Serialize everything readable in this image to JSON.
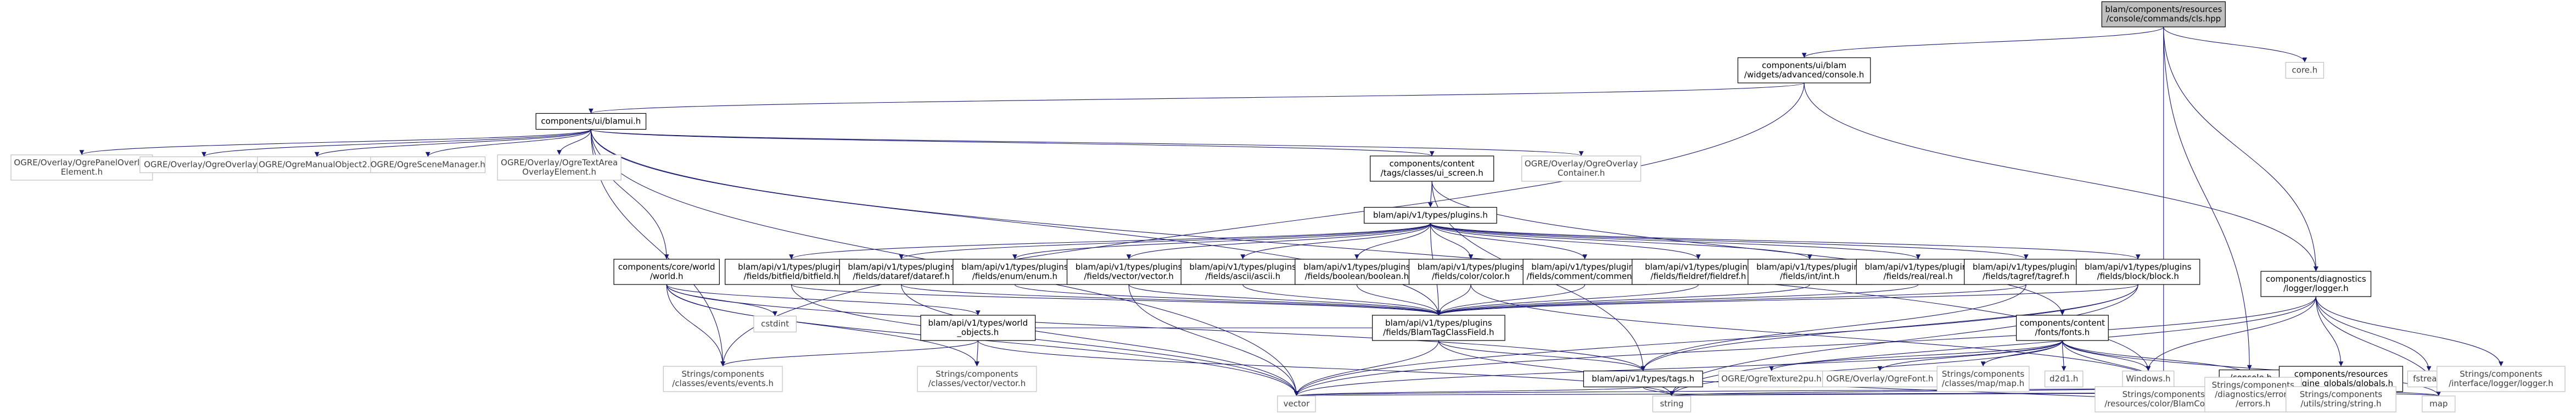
{
  "colors": {
    "edge": "#191970",
    "node_border": "#000000",
    "node_fill": "#ffffff",
    "root_fill": "#bfbfbf",
    "leaf_border": "#bfbfbf",
    "leaf_text": "#404040"
  },
  "nodes": [
    {
      "id": "root",
      "lines": [
        "blam/components/resources",
        "/console/commands/cls.hpp"
      ],
      "kind": "root"
    },
    {
      "id": "uiconsole",
      "lines": [
        "components/ui/blam",
        "/widgets/advanced/console.h"
      ],
      "kind": "node"
    },
    {
      "id": "uiblamui",
      "lines": [
        "components/ui/blamui.h"
      ],
      "kind": "node"
    },
    {
      "id": "coreh",
      "lines": [
        "core.h"
      ],
      "kind": "leaf"
    },
    {
      "id": "logger",
      "lines": [
        "components/diagnostics",
        "/logger/logger.h"
      ],
      "kind": "node"
    },
    {
      "id": "panel",
      "lines": [
        "OGRE/Overlay/OgrePanelOverlay",
        "Element.h"
      ],
      "kind": "leaf"
    },
    {
      "id": "ogreoverlay",
      "lines": [
        "OGRE/Overlay/OgreOverlay.h"
      ],
      "kind": "leaf"
    },
    {
      "id": "manual",
      "lines": [
        "OGRE/OgreManualObject2.h"
      ],
      "kind": "leaf"
    },
    {
      "id": "scenemgr",
      "lines": [
        "OGRE/OgreSceneManager.h"
      ],
      "kind": "leaf"
    },
    {
      "id": "textarea",
      "lines": [
        "OGRE/Overlay/OgreTextArea",
        "OverlayElement.h"
      ],
      "kind": "leaf"
    },
    {
      "id": "uiscreen",
      "lines": [
        "components/content",
        "/tags/classes/ui_screen.h"
      ],
      "kind": "node"
    },
    {
      "id": "overlaycont",
      "lines": [
        "OGRE/Overlay/OgreOverlay",
        "Container.h"
      ],
      "kind": "leaf"
    },
    {
      "id": "world",
      "lines": [
        "components/core/world",
        "/world.h"
      ],
      "kind": "node"
    },
    {
      "id": "plugins",
      "lines": [
        "blam/api/v1/types/plugins.h"
      ],
      "kind": "node"
    },
    {
      "id": "bitfield",
      "lines": [
        "blam/api/v1/types/plugins",
        "/fields/bitfield/bitfield.h"
      ],
      "kind": "node"
    },
    {
      "id": "datarefs",
      "lines": [
        "blam/api/v1/types/plugins",
        "/fields/dataref/dataref.h"
      ],
      "kind": "node"
    },
    {
      "id": "enum",
      "lines": [
        "blam/api/v1/types/plugins",
        "/fields/enum/enum.h"
      ],
      "kind": "node"
    },
    {
      "id": "vector",
      "lines": [
        "blam/api/v1/types/plugins",
        "/fields/vector/vector.h"
      ],
      "kind": "node"
    },
    {
      "id": "ascii",
      "lines": [
        "blam/api/v1/types/plugins",
        "/fields/ascii/ascii.h"
      ],
      "kind": "node"
    },
    {
      "id": "boolean",
      "lines": [
        "blam/api/v1/types/plugins",
        "/fields/boolean/boolean.h"
      ],
      "kind": "node"
    },
    {
      "id": "color",
      "lines": [
        "blam/api/v1/types/plugins",
        "/fields/color/color.h"
      ],
      "kind": "node"
    },
    {
      "id": "comment",
      "lines": [
        "blam/api/v1/types/plugins",
        "/fields/comment/comment.h"
      ],
      "kind": "node"
    },
    {
      "id": "fieldref",
      "lines": [
        "blam/api/v1/types/plugins",
        "/fields/fieldref/fieldref.h"
      ],
      "kind": "node"
    },
    {
      "id": "int",
      "lines": [
        "blam/api/v1/types/plugins",
        "/fields/int/int.h"
      ],
      "kind": "node"
    },
    {
      "id": "real",
      "lines": [
        "blam/api/v1/types/plugins",
        "/fields/real/real.h"
      ],
      "kind": "node"
    },
    {
      "id": "tagref",
      "lines": [
        "blam/api/v1/types/plugins",
        "/fields/tagref/tagref.h"
      ],
      "kind": "node"
    },
    {
      "id": "block",
      "lines": [
        "blam/api/v1/types/plugins",
        "/fields/block/block.h"
      ],
      "kind": "node"
    },
    {
      "id": "cstdint",
      "lines": [
        "cstdint"
      ],
      "kind": "leaf"
    },
    {
      "id": "worldobjects",
      "lines": [
        "blam/api/v1/types/world",
        "_objects.h"
      ],
      "kind": "node"
    },
    {
      "id": "tagclass",
      "lines": [
        "blam/api/v1/types/plugins",
        "/fields/BlamTagClassField.h"
      ],
      "kind": "node"
    },
    {
      "id": "fonts",
      "lines": [
        "components/content",
        "/fonts/fonts.h"
      ],
      "kind": "node"
    },
    {
      "id": "events",
      "lines": [
        "Strings/components",
        "/classes/events/events.h"
      ],
      "kind": "leaf"
    },
    {
      "id": "vector3",
      "lines": [
        "Strings/components",
        "/classes/vector/vector.h"
      ],
      "kind": "leaf"
    },
    {
      "id": "tagsh",
      "lines": [
        "blam/api/v1/types/tags.h"
      ],
      "kind": "node"
    },
    {
      "id": "texture",
      "lines": [
        "OGRE/OgreTexture2pu.h"
      ],
      "kind": "leaf"
    },
    {
      "id": "ogrefont",
      "lines": [
        "OGRE/Overlay/OgreFont.h"
      ],
      "kind": "leaf"
    },
    {
      "id": "mapmap",
      "lines": [
        "Strings/components",
        "/classes/map/map.h"
      ],
      "kind": "leaf"
    },
    {
      "id": "d2d1",
      "lines": [
        "d2d1.h"
      ],
      "kind": "leaf"
    },
    {
      "id": "windows",
      "lines": [
        "Windows.h"
      ],
      "kind": "leaf"
    },
    {
      "id": "consoleh",
      "lines": [
        "./console.h"
      ],
      "kind": "node"
    },
    {
      "id": "globals",
      "lines": [
        "components/resources",
        "/engine_globals/globals.h"
      ],
      "kind": "node"
    },
    {
      "id": "fstream",
      "lines": [
        "fstream"
      ],
      "kind": "leaf"
    },
    {
      "id": "ilogger",
      "lines": [
        "Strings/components",
        "/interface/logger/logger.h"
      ],
      "kind": "leaf"
    },
    {
      "id": "vectorstd",
      "lines": [
        "vector"
      ],
      "kind": "leaf"
    },
    {
      "id": "string",
      "lines": [
        "string"
      ],
      "kind": "leaf"
    },
    {
      "id": "blamcolor",
      "lines": [
        "Strings/components",
        "/resources/color/BlamColor.h"
      ],
      "kind": "leaf"
    },
    {
      "id": "errors",
      "lines": [
        "Strings/components",
        "/diagnostics/errors",
        "/errors.h"
      ],
      "kind": "leaf"
    },
    {
      "id": "stringutil",
      "lines": [
        "Strings/components",
        "/utils/string/string.h"
      ],
      "kind": "leaf"
    },
    {
      "id": "map",
      "lines": [
        "map"
      ],
      "kind": "leaf"
    }
  ],
  "edges": [
    [
      "root",
      "uiconsole"
    ],
    [
      "root",
      "coreh"
    ],
    [
      "root",
      "logger"
    ],
    [
      "root",
      "consoleh"
    ],
    [
      "root",
      "blamcolor"
    ],
    [
      "uiconsole",
      "uiblamui"
    ],
    [
      "uiconsole",
      "events"
    ],
    [
      "uiconsole",
      "logger"
    ],
    [
      "uiblamui",
      "panel"
    ],
    [
      "uiblamui",
      "ogreoverlay"
    ],
    [
      "uiblamui",
      "manual"
    ],
    [
      "uiblamui",
      "scenemgr"
    ],
    [
      "uiblamui",
      "textarea"
    ],
    [
      "uiblamui",
      "uiscreen"
    ],
    [
      "uiblamui",
      "overlaycont"
    ],
    [
      "uiblamui",
      "world"
    ],
    [
      "uiblamui",
      "vectorstd"
    ],
    [
      "uiblamui",
      "events"
    ],
    [
      "uiblamui",
      "tagclass"
    ],
    [
      "uiblamui",
      "windows"
    ],
    [
      "uiscreen",
      "plugins"
    ],
    [
      "uiscreen",
      "fonts"
    ],
    [
      "uiscreen",
      "tagsh"
    ],
    [
      "plugins",
      "bitfield"
    ],
    [
      "plugins",
      "datarefs"
    ],
    [
      "plugins",
      "enum"
    ],
    [
      "plugins",
      "vector"
    ],
    [
      "plugins",
      "ascii"
    ],
    [
      "plugins",
      "boolean"
    ],
    [
      "plugins",
      "color"
    ],
    [
      "plugins",
      "comment"
    ],
    [
      "plugins",
      "fieldref"
    ],
    [
      "plugins",
      "int"
    ],
    [
      "plugins",
      "real"
    ],
    [
      "plugins",
      "tagref"
    ],
    [
      "plugins",
      "block"
    ],
    [
      "plugins",
      "tagclass"
    ],
    [
      "bitfield",
      "tagclass"
    ],
    [
      "datarefs",
      "tagclass"
    ],
    [
      "enum",
      "tagclass"
    ],
    [
      "vector",
      "tagclass"
    ],
    [
      "ascii",
      "tagclass"
    ],
    [
      "boolean",
      "tagclass"
    ],
    [
      "color",
      "tagclass"
    ],
    [
      "comment",
      "tagclass"
    ],
    [
      "fieldref",
      "tagclass"
    ],
    [
      "int",
      "tagclass"
    ],
    [
      "real",
      "tagclass"
    ],
    [
      "tagref",
      "tagclass"
    ],
    [
      "block",
      "tagclass"
    ],
    [
      "bitfield",
      "vectorstd"
    ],
    [
      "datarefs",
      "vectorstd"
    ],
    [
      "vector",
      "vectorstd"
    ],
    [
      "color",
      "blamcolor"
    ],
    [
      "block",
      "vectorstd"
    ],
    [
      "tagref",
      "tagsh"
    ],
    [
      "block",
      "tagsh"
    ],
    [
      "block",
      "string"
    ],
    [
      "world",
      "cstdint"
    ],
    [
      "world",
      "worldobjects"
    ],
    [
      "world",
      "events"
    ],
    [
      "world",
      "vector3"
    ],
    [
      "world",
      "vectorstd"
    ],
    [
      "world",
      "tagsh"
    ],
    [
      "worldobjects",
      "events"
    ],
    [
      "worldobjects",
      "vector3"
    ],
    [
      "worldobjects",
      "string"
    ],
    [
      "worldobjects",
      "tagclass"
    ],
    [
      "tagclass",
      "tagsh"
    ],
    [
      "tagclass",
      "string"
    ],
    [
      "tagclass",
      "vectorstd"
    ],
    [
      "tagsh",
      "vectorstd"
    ],
    [
      "tagsh",
      "string"
    ],
    [
      "tagsh",
      "blamcolor"
    ],
    [
      "fonts",
      "texture"
    ],
    [
      "fonts",
      "ogrefont"
    ],
    [
      "fonts",
      "mapmap"
    ],
    [
      "fonts",
      "d2d1"
    ],
    [
      "fonts",
      "windows"
    ],
    [
      "fonts",
      "blamcolor"
    ],
    [
      "fonts",
      "errors"
    ],
    [
      "fonts",
      "map"
    ],
    [
      "fonts",
      "string"
    ],
    [
      "fonts",
      "vectorstd"
    ],
    [
      "logger",
      "windows"
    ],
    [
      "logger",
      "globals"
    ],
    [
      "logger",
      "fstream"
    ],
    [
      "logger",
      "ilogger"
    ],
    [
      "logger",
      "string"
    ],
    [
      "logger",
      "map"
    ],
    [
      "logger",
      "vectorstd"
    ],
    [
      "consoleh",
      "vectorstd"
    ],
    [
      "consoleh",
      "string"
    ],
    [
      "consoleh",
      "map"
    ],
    [
      "globals",
      "stringutil"
    ],
    [
      "globals",
      "map"
    ],
    [
      "globals",
      "errors"
    ],
    [
      "globals",
      "string"
    ],
    [
      "globals",
      "vectorstd"
    ]
  ]
}
